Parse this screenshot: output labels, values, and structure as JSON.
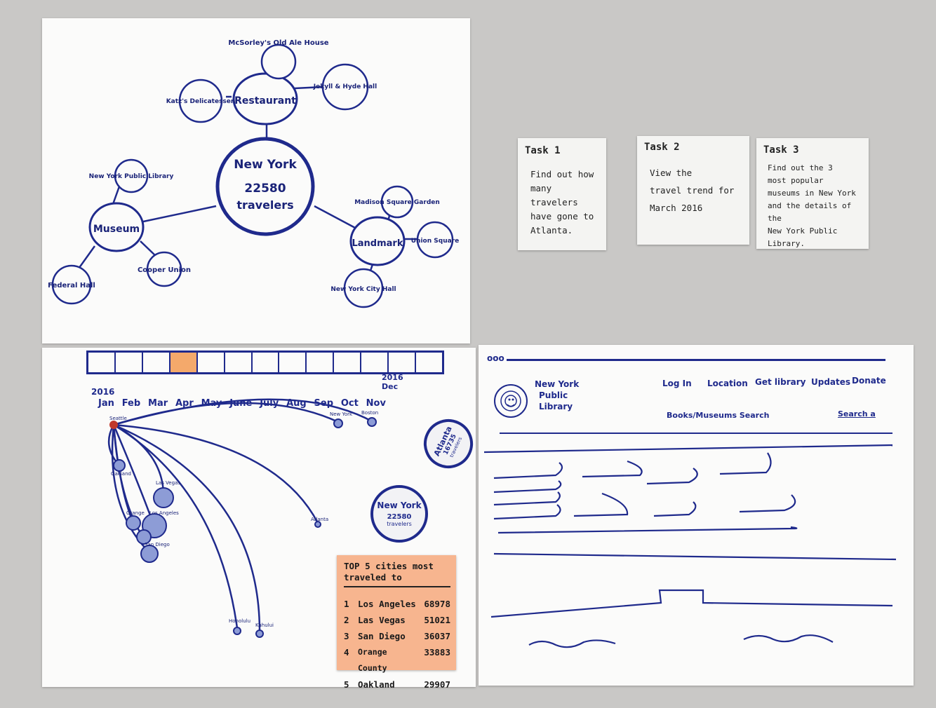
{
  "mindmap": {
    "center": {
      "name": "New York",
      "value": "22580",
      "unit": "travelers"
    },
    "restaurant": {
      "label": "Restaurant",
      "children": [
        "McSorley's Old Ale House",
        "Katz's Delicatessen",
        "Jekyll & Hyde Hall"
      ]
    },
    "museum": {
      "label": "Museum",
      "children": [
        "New York Public Library",
        "Federal Hall",
        "Cooper Union"
      ]
    },
    "landmark": {
      "label": "Landmark",
      "children": [
        "Madison Square Garden",
        "Union Square",
        "New York City Hall"
      ]
    }
  },
  "tasks": [
    {
      "title": "Task 1",
      "lines": [
        "Find out how",
        "many travelers",
        "have gone to",
        "Atlanta."
      ]
    },
    {
      "title": "Task 2",
      "lines": [
        "View the",
        "travel trend for",
        "March 2016"
      ]
    },
    {
      "title": "Task 3",
      "lines": [
        "Find out the 3",
        "most popular",
        "museums in New York",
        "and the details of the",
        "New York Public",
        "Library."
      ]
    }
  ],
  "timeline": {
    "start_label": "2016",
    "end_label": "2016 Dec",
    "selected_index": 3,
    "months": [
      "Jan",
      "Feb",
      "Mar",
      "Apr",
      "May",
      "June",
      "July",
      "Aug",
      "Sep",
      "Oct",
      "Nov"
    ]
  },
  "flow_map": {
    "origin": "Seattle",
    "destinations": [
      "Oakland",
      "Las Vegas",
      "Orange",
      "Los Angeles",
      "San Diego",
      "Honolulu",
      "Kahului",
      "Atlanta",
      "New York",
      "Boston"
    ],
    "atlanta_bubble": {
      "name": "Atlanta",
      "value": "16735",
      "unit": "travelers"
    },
    "newyork_bubble": {
      "name": "New York",
      "value": "22580",
      "unit": "travelers"
    }
  },
  "top5": {
    "title_line1": "TOP 5 cities most",
    "title_line2": "traveled to",
    "rows": [
      {
        "rank": "1",
        "city": "Los Angeles",
        "count": "68978"
      },
      {
        "rank": "2",
        "city": "Las Vegas",
        "count": "51021"
      },
      {
        "rank": "3",
        "city": "San Diego",
        "count": "36037"
      },
      {
        "rank": "4",
        "city": "Orange County",
        "count": "33883"
      },
      {
        "rank": "5",
        "city": "Oakland",
        "count": "29907"
      }
    ]
  },
  "website": {
    "window_dots": "ooo",
    "logo_text": [
      "New York",
      "Public",
      "Library"
    ],
    "nav": [
      "Log In",
      "Location",
      "Get library",
      "Updates",
      "Donate"
    ],
    "search_label": "Books/Museums Search",
    "search_link": "Search a"
  }
}
